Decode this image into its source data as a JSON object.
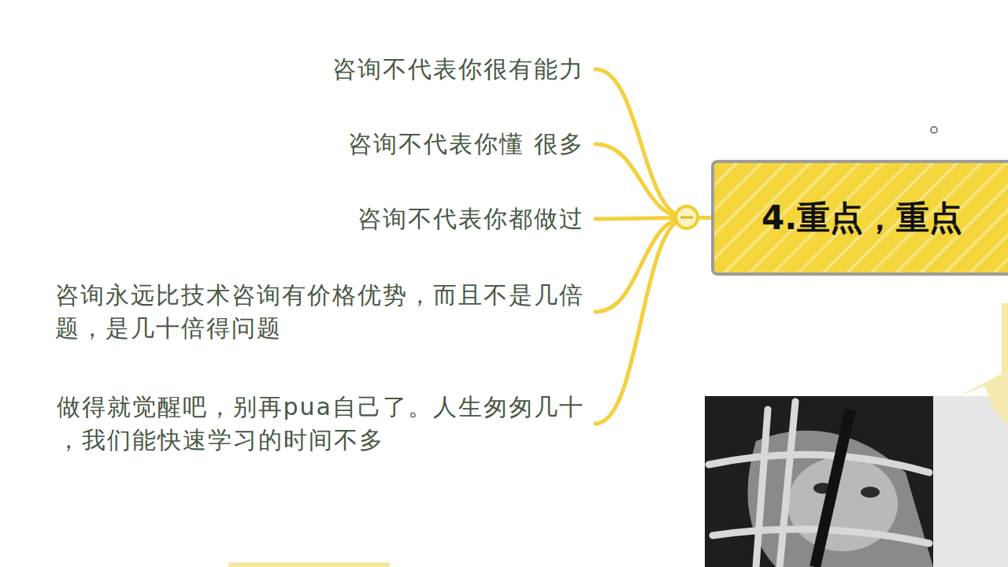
{
  "diagram": {
    "nodes": [
      {
        "text": [
          "4.重点，重点"
        ]
      },
      {
        "text": [
          "咨询不代表你很有能力"
        ]
      },
      {
        "text": [
          "咨询不代表你懂 很多"
        ]
      },
      {
        "text": [
          "咨询不代表你都做过"
        ]
      },
      {
        "text": [
          "咨询永远比技术咨询有价格优势，而且不是几倍 题，是几十倍得问题"
        ]
      },
      {
        "text": [
          "做得就觉醒吧，别再pua自己了。人生匆匆几十 ，我们能快速学习的时间不多"
        ]
      }
    ],
    "edges": [
      {
        "from": 0,
        "to": 1,
        "arrow": "none"
      },
      {
        "from": 0,
        "to": 2,
        "arrow": "none"
      },
      {
        "from": 0,
        "to": 3,
        "arrow": "none"
      },
      {
        "from": 0,
        "to": 4,
        "arrow": "none"
      },
      {
        "from": 0,
        "to": 5,
        "arrow": "none"
      }
    ]
  }
}
